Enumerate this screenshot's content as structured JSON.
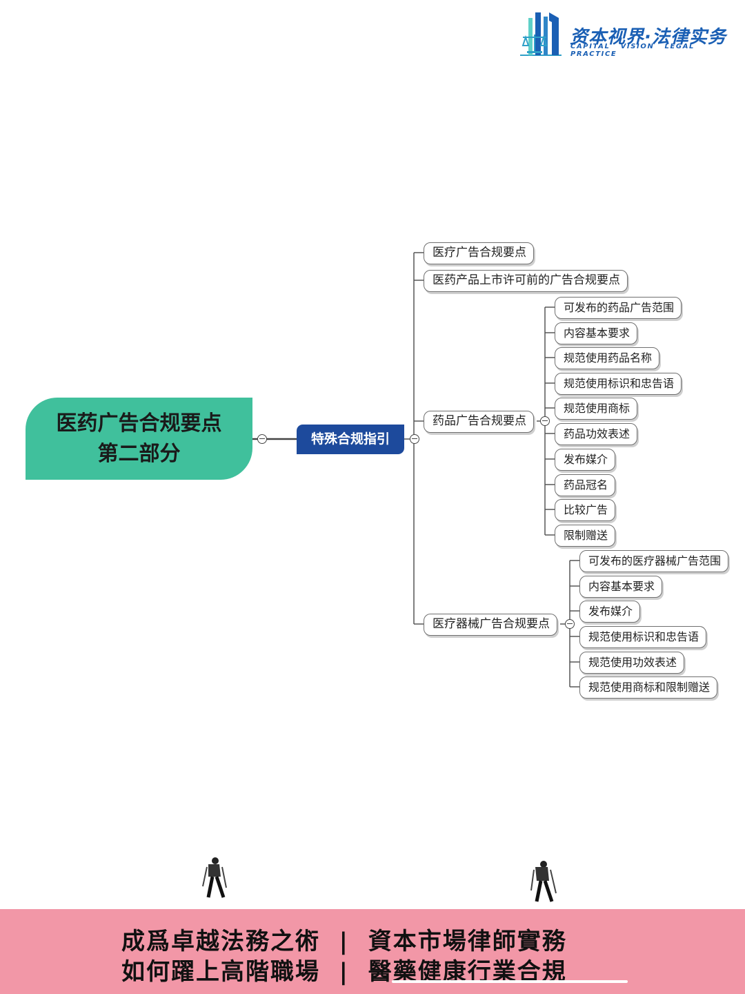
{
  "brand": {
    "title": "资本视界·法律实务",
    "subtitle": "CAPITAL VISION  LEGAL PRACTICE"
  },
  "mindmap": {
    "root": {
      "line1": "医药广告合规要点",
      "line2": "第二部分"
    },
    "hub": "特殊合规指引",
    "branches": [
      {
        "label": "医疗广告合规要点",
        "children": []
      },
      {
        "label": "医药产品上市许可前的广告合规要点",
        "children": []
      },
      {
        "label": "药品广告合规要点",
        "children": [
          "可发布的药品广告范围",
          "内容基本要求",
          "规范使用药品名称",
          "规范使用标识和忠告语",
          "规范使用商标",
          "药品功效表述",
          "发布媒介",
          "药品冠名",
          "比较广告",
          "限制赠送"
        ]
      },
      {
        "label": "医疗器械广告合规要点",
        "children": [
          "可发布的医疗器械广告范围",
          "内容基本要求",
          "发布媒介",
          "规范使用标识和忠告语",
          "规范使用功效表述",
          "规范使用商标和限制赠送"
        ]
      }
    ]
  },
  "footer": {
    "line1": "成爲卓越法務之術  |  資本市場律師實務",
    "line2": "如何躍上高階職場  |  醫藥健康行業合規"
  },
  "colors": {
    "root_fill": "#40c09c",
    "hub_fill": "#1d4a9c",
    "brand_blue": "#1a5fb4",
    "band_pink": "#f297a7"
  }
}
